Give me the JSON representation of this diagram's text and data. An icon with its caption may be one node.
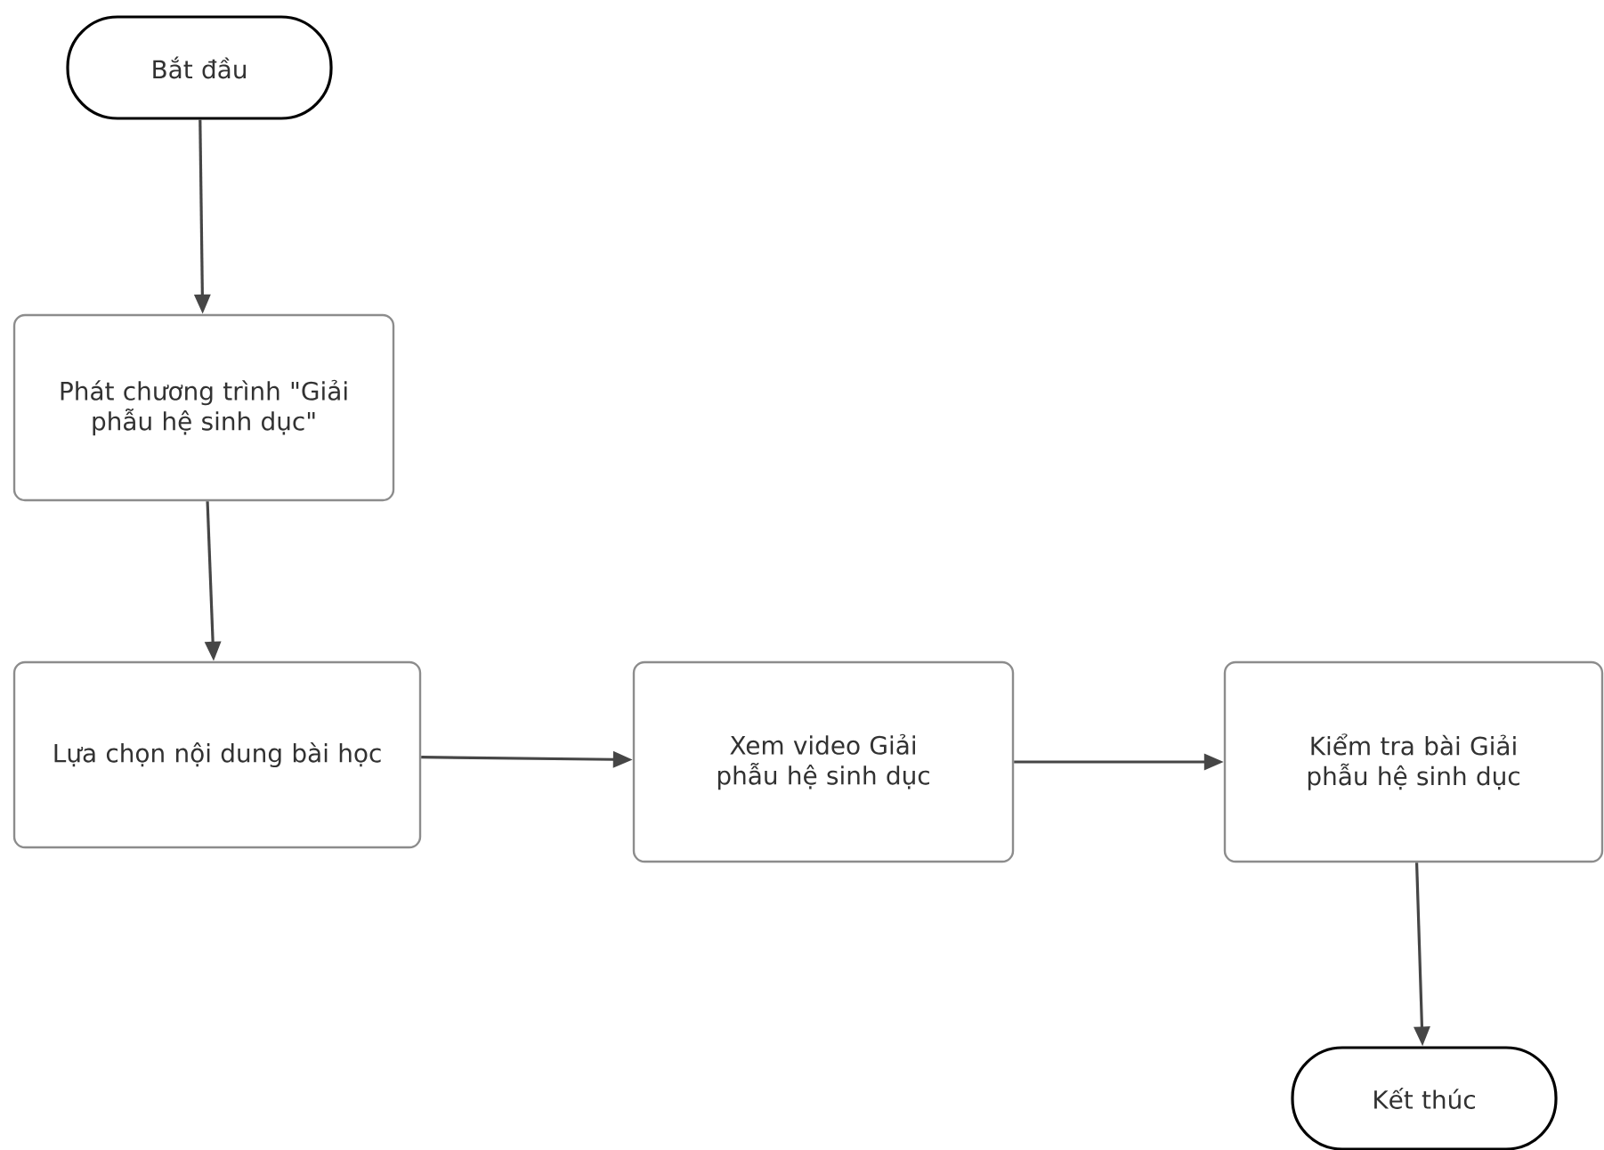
{
  "diagram": {
    "nodes": [
      {
        "text": [
          "Bắt đầu"
        ]
      },
      {
        "text": [
          "Phát chương trình \"Giải phẫu hệ sinh dục\""
        ]
      },
      {
        "text": [
          "Lựa chọn nội dung bài học"
        ]
      },
      {
        "text": [
          "Xem video Giải phẫu hệ sinh dục"
        ]
      },
      {
        "text": [
          "Kiểm tra bài Giải phẫu hệ sinh dục"
        ]
      },
      {
        "text": [
          "Kết thúc"
        ]
      }
    ],
    "edges": [
      {
        "from": 0,
        "to": 1,
        "arrow": "to"
      },
      {
        "from": 1,
        "to": 2,
        "arrow": "to"
      },
      {
        "from": 2,
        "to": 3,
        "arrow": "to"
      },
      {
        "from": 3,
        "to": 4,
        "arrow": "to"
      },
      {
        "from": 4,
        "to": 5,
        "arrow": "to"
      }
    ]
  }
}
